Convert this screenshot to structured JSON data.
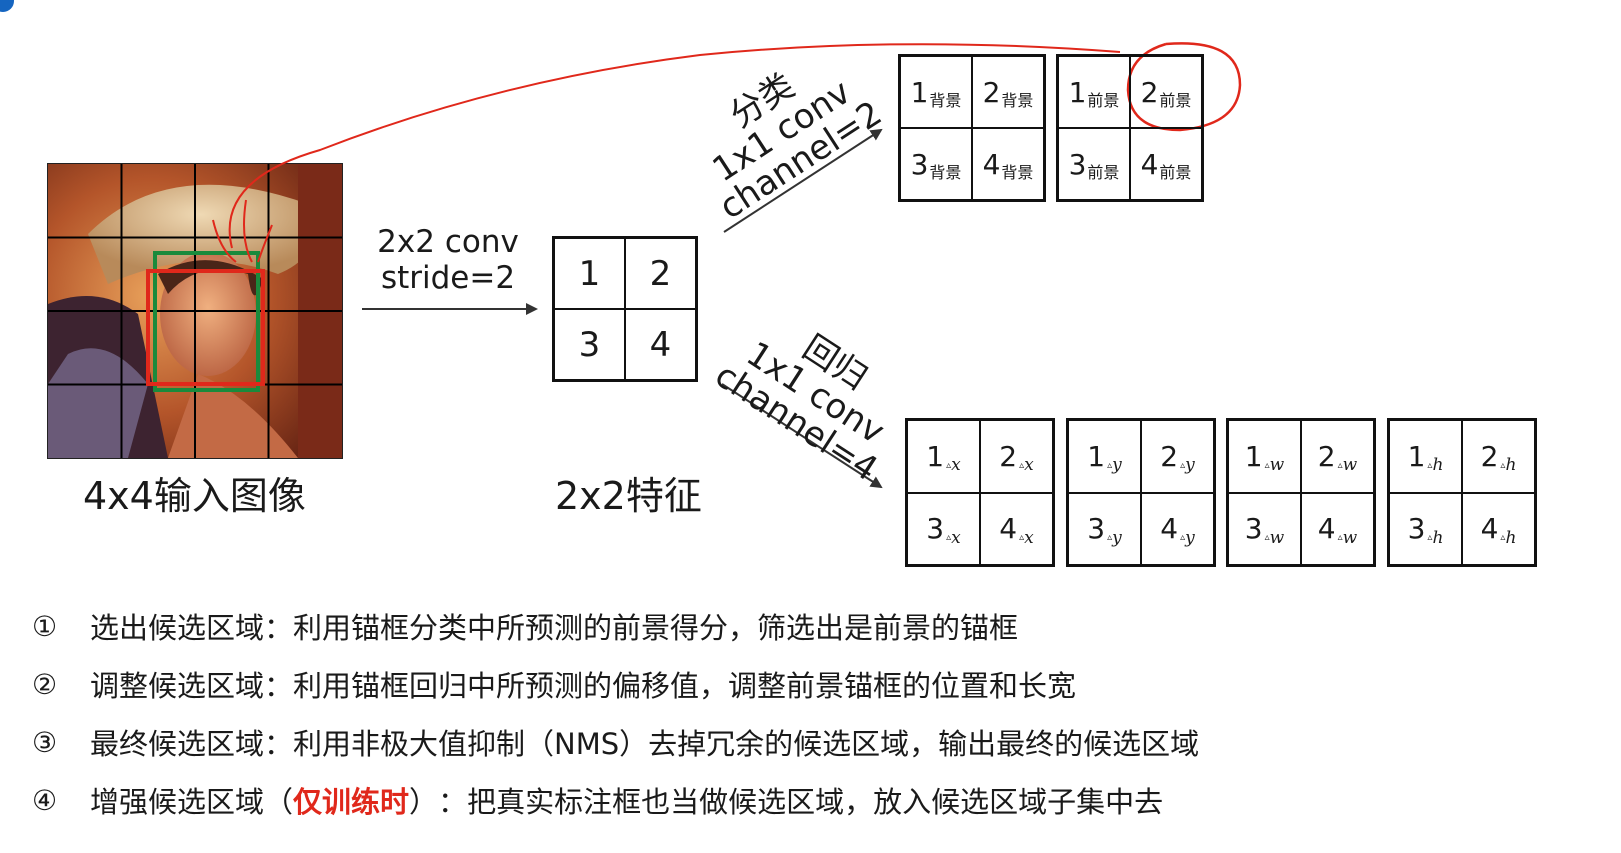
{
  "input": {
    "caption": "4x4输入图像"
  },
  "conv": {
    "line1": "2x2 conv",
    "line2": "stride=2"
  },
  "feature": {
    "caption": "2x2特征",
    "cells": [
      "1",
      "2",
      "3",
      "4"
    ]
  },
  "cls_branch": {
    "title": "分类",
    "line1": "1x1 conv",
    "line2": "channel=2",
    "grids": [
      {
        "cells": [
          {
            "n": "1",
            "sub": "背景"
          },
          {
            "n": "2",
            "sub": "背景"
          },
          {
            "n": "3",
            "sub": "背景"
          },
          {
            "n": "4",
            "sub": "背景"
          }
        ]
      },
      {
        "cells": [
          {
            "n": "1",
            "sub": "前景"
          },
          {
            "n": "2",
            "sub": "前景"
          },
          {
            "n": "3",
            "sub": "前景"
          },
          {
            "n": "4",
            "sub": "前景"
          }
        ]
      }
    ]
  },
  "reg_branch": {
    "title": "回归",
    "line1": "1x1 conv",
    "line2": "channel=4",
    "grids": [
      {
        "letter": "x",
        "cells": [
          "1",
          "2",
          "3",
          "4"
        ]
      },
      {
        "letter": "y",
        "cells": [
          "1",
          "2",
          "3",
          "4"
        ]
      },
      {
        "letter": "w",
        "cells": [
          "1",
          "2",
          "3",
          "4"
        ]
      },
      {
        "letter": "h",
        "cells": [
          "1",
          "2",
          "3",
          "4"
        ]
      }
    ],
    "delta_symbol": "▵"
  },
  "steps": [
    {
      "num": "①",
      "title": "选出候选区域",
      "sep": "：",
      "text": "利用锚框分类中所预测的前景得分，筛选出是前景的锚框"
    },
    {
      "num": "②",
      "title": "调整候选区域",
      "sep": "：",
      "text": "利用锚框回归中所预测的偏移值，调整前景锚框的位置和长宽"
    },
    {
      "num": "③",
      "title": "最终候选区域",
      "sep": "：",
      "text": "利用非极大值抑制（NMS）去掉冗余的候选区域，输出最终的候选区域"
    },
    {
      "num": "④",
      "title": "增强候选区域（",
      "highlight": "仅训练时",
      "title_end": "）",
      "sep": "：",
      "text": "把真实标注框也当做候选区域，放入候选区域子集中去"
    }
  ],
  "colors": {
    "red": "#e0281b",
    "green": "#1a8a3c",
    "accent": "#1565c0"
  }
}
